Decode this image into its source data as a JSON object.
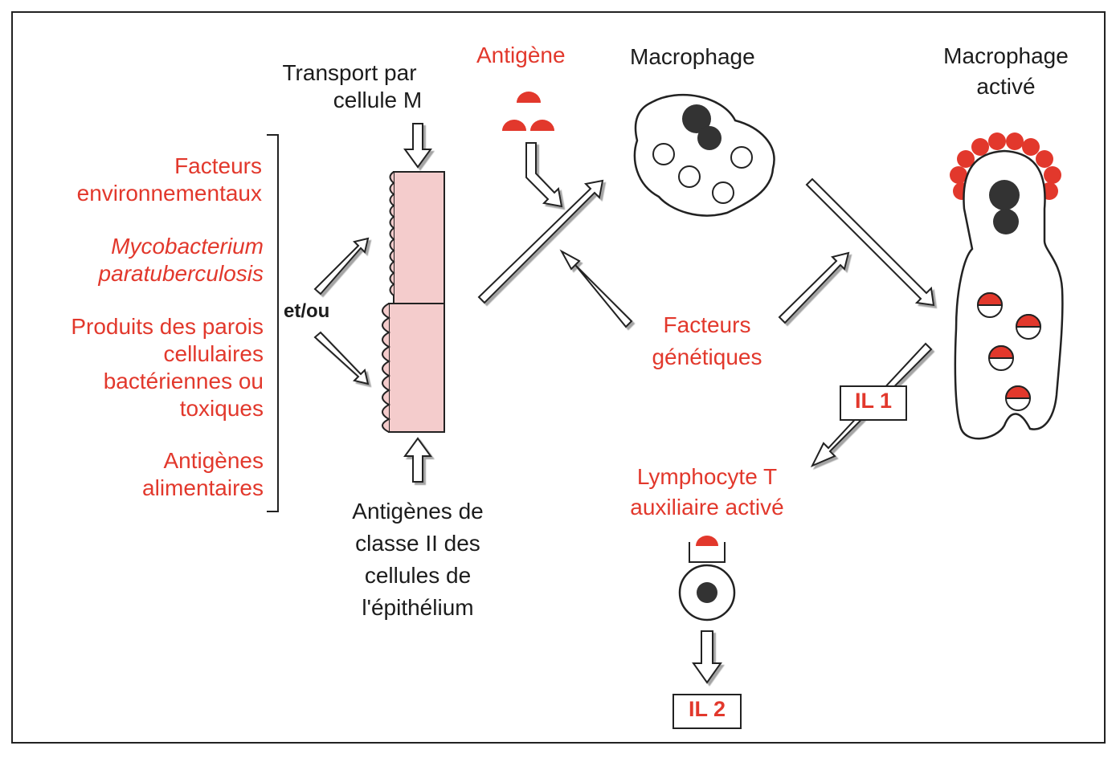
{
  "colors": {
    "accent": "#e2382c",
    "ink": "#1c1c1c",
    "epithelium": "#f4cccc"
  },
  "labels": {
    "transport": [
      "Transport par",
      "cellule M"
    ],
    "antigene": "Antigène",
    "macrophage": "Macrophage",
    "macrophage_active": [
      "Macrophage",
      "activé"
    ],
    "facteurs_env": [
      "Facteurs",
      "environnementaux"
    ],
    "mycobacterium": [
      "Mycobacterium",
      "paratuberculosis"
    ],
    "produits": [
      "Produits des parois",
      "cellulaires",
      "bactériennes ou",
      "toxiques"
    ],
    "antigenes_alim": [
      "Antigènes",
      "alimentaires"
    ],
    "et_ou": "et/ou",
    "antigenes_classe": [
      "Antigènes de",
      "classe II des",
      "cellules de",
      "l'épithélium"
    ],
    "facteurs_gen": [
      "Facteurs",
      "génétiques"
    ],
    "lymphocyte": [
      "Lymphocyte T",
      "auxiliaire activé"
    ],
    "il1": "IL 1",
    "il2": "IL 2"
  }
}
